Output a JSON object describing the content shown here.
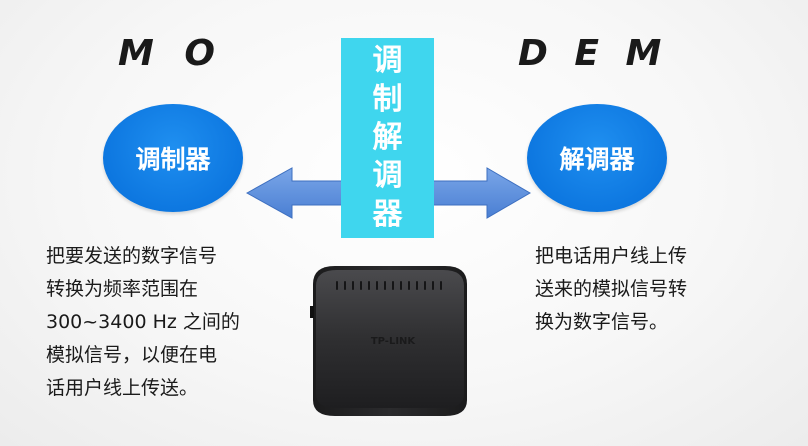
{
  "letters_left": "M O",
  "letters_right": "D E M",
  "center_label": [
    "调",
    "制",
    "解",
    "调",
    "器"
  ],
  "left_node": "调制器",
  "right_node": "解调器",
  "left_text": [
    "把要发送的数字信号",
    "转换为频率范围在",
    "300~3400 Hz 之间的",
    "模拟信号，以便在电",
    "话用户线上传送。"
  ],
  "right_text": [
    "把电话用户线上传",
    "送来的模拟信号转",
    "换为数字信号。"
  ],
  "device_logo": "TP-LINK",
  "colors": {
    "circle": "#0d77e0",
    "center_bar": "#3fd6ee",
    "arrow": "#4f86d9",
    "device": "#2c2c2e"
  },
  "icons": [
    "double-arrow-icon",
    "modem-device-icon"
  ]
}
